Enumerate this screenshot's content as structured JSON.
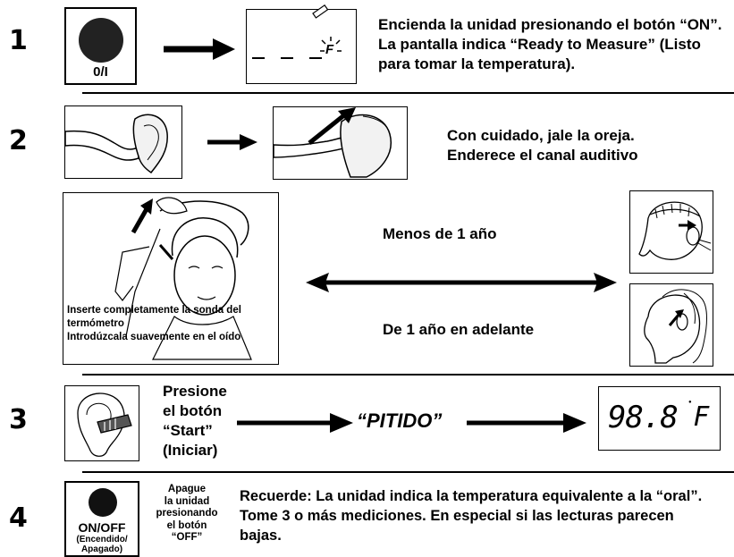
{
  "steps": [
    {
      "number": "1"
    },
    {
      "number": "2"
    },
    {
      "number": "3"
    },
    {
      "number": "4"
    }
  ],
  "step1": {
    "button_label": "0/I",
    "display_symbol": "F",
    "text_line1": "Encienda la unidad presionando el botón “ON”.",
    "text_line2": "La pantalla indica “Ready to Measure” (Listo",
    "text_line3": "para tomar la temperatura)."
  },
  "step2": {
    "text_line1": "Con cuidado, jale la oreja.",
    "text_line2": "Enderece el canal auditivo",
    "insert_line1": "Inserte completamente la sonda del",
    "insert_line2": "termómetro",
    "insert_line3": "Introdúzcala suavemente en el oído",
    "under_one": "Menos de 1 año",
    "one_and_up": "De 1 año en adelante"
  },
  "step3": {
    "press_line1": "Presione",
    "press_line2": "el botón",
    "press_line3": "“Start”",
    "press_line4": "(Iniciar)",
    "beep": "“PITIDO”",
    "reading": "98.8",
    "unit": "F"
  },
  "step4": {
    "button_label": "ON/OFF",
    "button_sub1": "(Encendido/",
    "button_sub2": "Apagado)",
    "off_line1": "Apague",
    "off_line2": "la unidad",
    "off_line3": "presionando",
    "off_line4": "el botón",
    "off_line5": "“OFF”",
    "text_line1": "Recuerde: La unidad indica la temperatura equivalente a la “oral”.",
    "text_line2": "Tome 3 o más mediciones. En especial si las lecturas parecen",
    "text_line3": "bajas."
  },
  "colors": {
    "ink": "#000000",
    "paper": "#ffffff",
    "skin": "#f2f2f2"
  }
}
